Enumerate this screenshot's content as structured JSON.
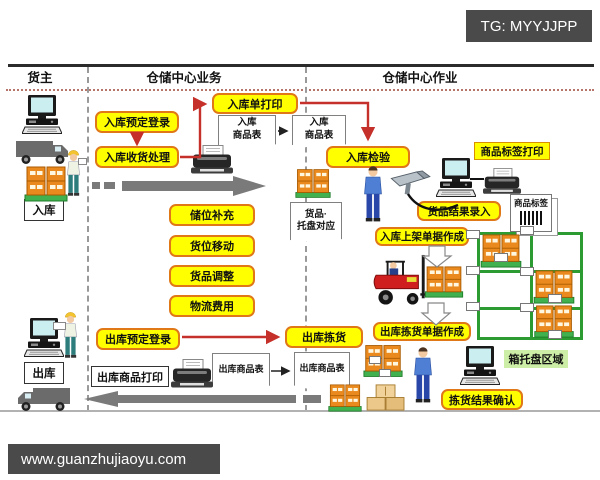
{
  "watermarks": {
    "tg_badge": "TG: MYYJJPP",
    "site_badge": "www.guanzhujiaoyu.com"
  },
  "header": {
    "col_owner": "货主",
    "col_center_business": "仓储中心业务",
    "col_center_operation": "仓储中心作业"
  },
  "nodes": {
    "inbound_label": "入库",
    "outbound_label": "出库",
    "inbound_reserve": "入库预定登录",
    "inbound_receive": "入库收货处理",
    "inbound_slip_print": "入库单打印",
    "inbound_goods_table_1": "入库\n商品表",
    "inbound_goods_table_2": "入库\n商品表",
    "inbound_inspect": "入库检验",
    "label_print": "商品标签打印",
    "goods_label": "商品标签",
    "goods_result_entry": "货品结果录入",
    "storage_replenish": "储位补充",
    "location_move": "货位移动",
    "goods_adjust": "货品调整",
    "logistics_cost": "物流费用",
    "goods_pallet_map": "货品·\n托盘对应",
    "putaway_doc": "入库上架单据作成",
    "outbound_pick_doc": "出库拣货单据作成",
    "outbound_reserve": "出库预定登录",
    "outbound_goods_print": "出库商品打印",
    "outbound_goods_table_1": "出库商品表",
    "outbound_goods_table_2": "出库商品表",
    "outbound_pick": "出库拣货",
    "pick_confirm": "拣货结果确认",
    "box_pallet_area": "箱托盘区域"
  },
  "colors": {
    "process_box_fill": "#ffff00",
    "process_box_border": "#e07818",
    "flow_arrow_red": "#c5302a",
    "flow_arrow_gray": "#7a7a7a",
    "rack_green": "#2c9b32",
    "pallet_orange": "#ea8a1e",
    "pallet_base_green": "#41b04e",
    "area_label_green": "#cdeea6",
    "badge_gray": "#4a4a4a"
  }
}
